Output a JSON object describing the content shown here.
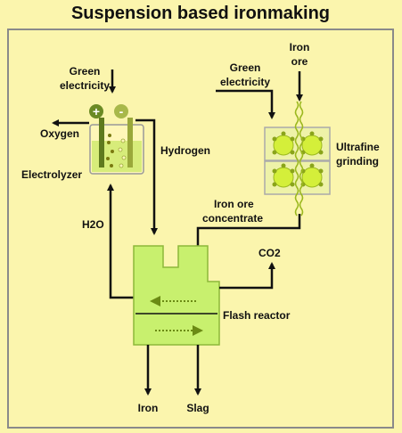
{
  "title": "Suspension based ironmaking",
  "labels": {
    "green_electricity_left_1": "Green",
    "green_electricity_left_2": "electricity",
    "green_electricity_right_1": "Green",
    "green_electricity_right_2": "electricity",
    "iron_ore_1": "Iron",
    "iron_ore_2": "ore",
    "oxygen": "Oxygen",
    "electrolyzer": "Electrolyzer",
    "hydrogen": "Hydrogen",
    "ultrafine_1": "Ultrafine",
    "ultrafine_2": "grinding",
    "concentrate_1": "Iron ore",
    "concentrate_2": "concentrate",
    "h2o": "H2O",
    "co2": "CO2",
    "flash_reactor": "Flash reactor",
    "iron": "Iron",
    "slag": "Slag",
    "plus": "+",
    "minus": "-"
  },
  "colors": {
    "background": "#fbf5ad",
    "border": "#8a8a8a",
    "reactor_fill": "#c8f06e",
    "grinder_fill": "#e8f0a0",
    "gear_fill": "#d4ef3a",
    "electrode_plus": "#5f7a1e",
    "electrode_minus": "#9aa83a",
    "arrow": "#111111",
    "inner_arrow": "#6b8a14"
  }
}
